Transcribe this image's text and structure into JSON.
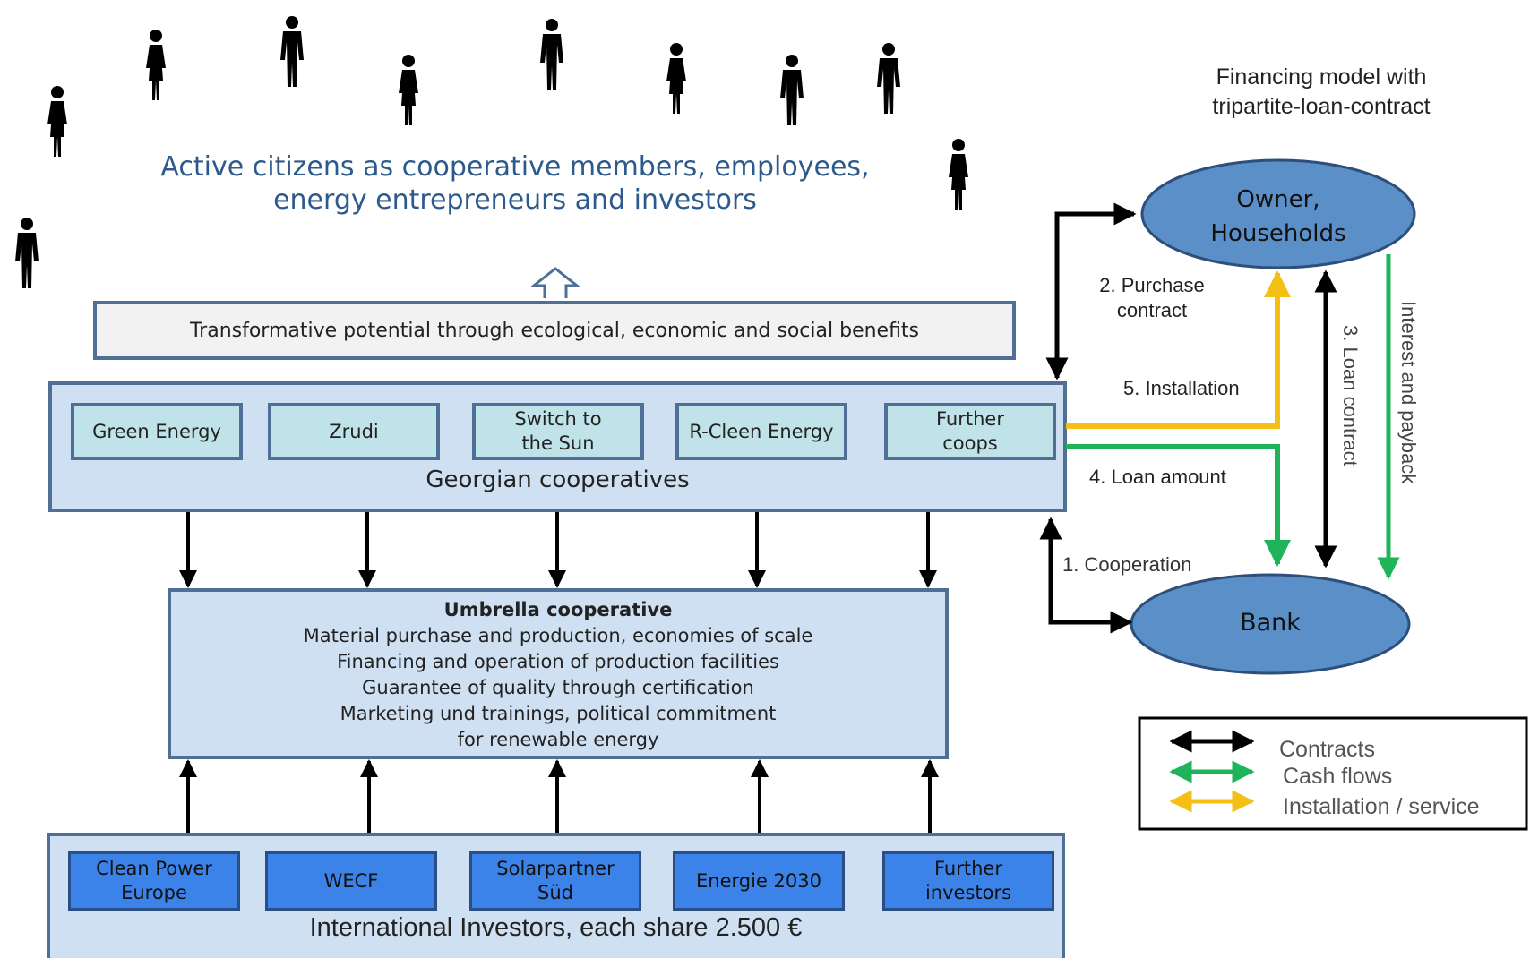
{
  "headline": {
    "line1": "Active citizens as cooperative members, employees,",
    "line2": "energy entrepreneurs and investors"
  },
  "transform_box": {
    "text": "Transformative potential through ecological, economic and social benefits"
  },
  "georgian": {
    "label": "Georgian cooperatives",
    "coops": [
      {
        "line1": "Green Energy",
        "line2": ""
      },
      {
        "line1": "Zrudi",
        "line2": ""
      },
      {
        "line1": "Switch to",
        "line2": "the Sun"
      },
      {
        "line1": "R-Cleen Energy",
        "line2": ""
      },
      {
        "line1": "Further",
        "line2": "coops"
      }
    ]
  },
  "umbrella": {
    "title": "Umbrella cooperative",
    "lines": [
      "Material purchase and production, economies of scale",
      "Financing and operation of production facilities",
      "Guarantee of quality through certification",
      "Marketing und trainings, political commitment",
      "for renewable energy"
    ]
  },
  "investors": {
    "label": "International Investors, each share 2.500 €",
    "items": [
      {
        "line1": "Clean Power",
        "line2": "Europe"
      },
      {
        "line1": "WECF",
        "line2": ""
      },
      {
        "line1": "Solarpartner",
        "line2": "Süd"
      },
      {
        "line1": "Energie 2030",
        "line2": ""
      },
      {
        "line1": "Further",
        "line2": "investors"
      }
    ]
  },
  "financing": {
    "title_line1": "Financing model with",
    "title_line2": "tripartite-loan-contract",
    "owner_line1": "Owner,",
    "owner_line2": "Households",
    "bank": "Bank",
    "purchase_line1": "2. Purchase",
    "purchase_line2": "contract",
    "installation": "5. Installation",
    "loan_amount": "4. Loan amount",
    "cooperation": "1. Cooperation",
    "loan_contract": "3. Loan contract",
    "interest": "Interest and payback"
  },
  "legend": {
    "items": [
      {
        "label": "Contracts",
        "color": "#000000"
      },
      {
        "label": "Cash flows",
        "color": "#1fb35a"
      },
      {
        "label": "Installation / service",
        "color": "#f5c016"
      }
    ]
  },
  "colors": {
    "coop_fill": "#bfe3e8",
    "panel_fill": "#cfe0f3",
    "panel_border": "#4f6f96",
    "investor_fill": "#3b83e8",
    "ellipse_fill": "#5b8fc8",
    "green": "#1fb35a",
    "yellow": "#f5c016"
  }
}
